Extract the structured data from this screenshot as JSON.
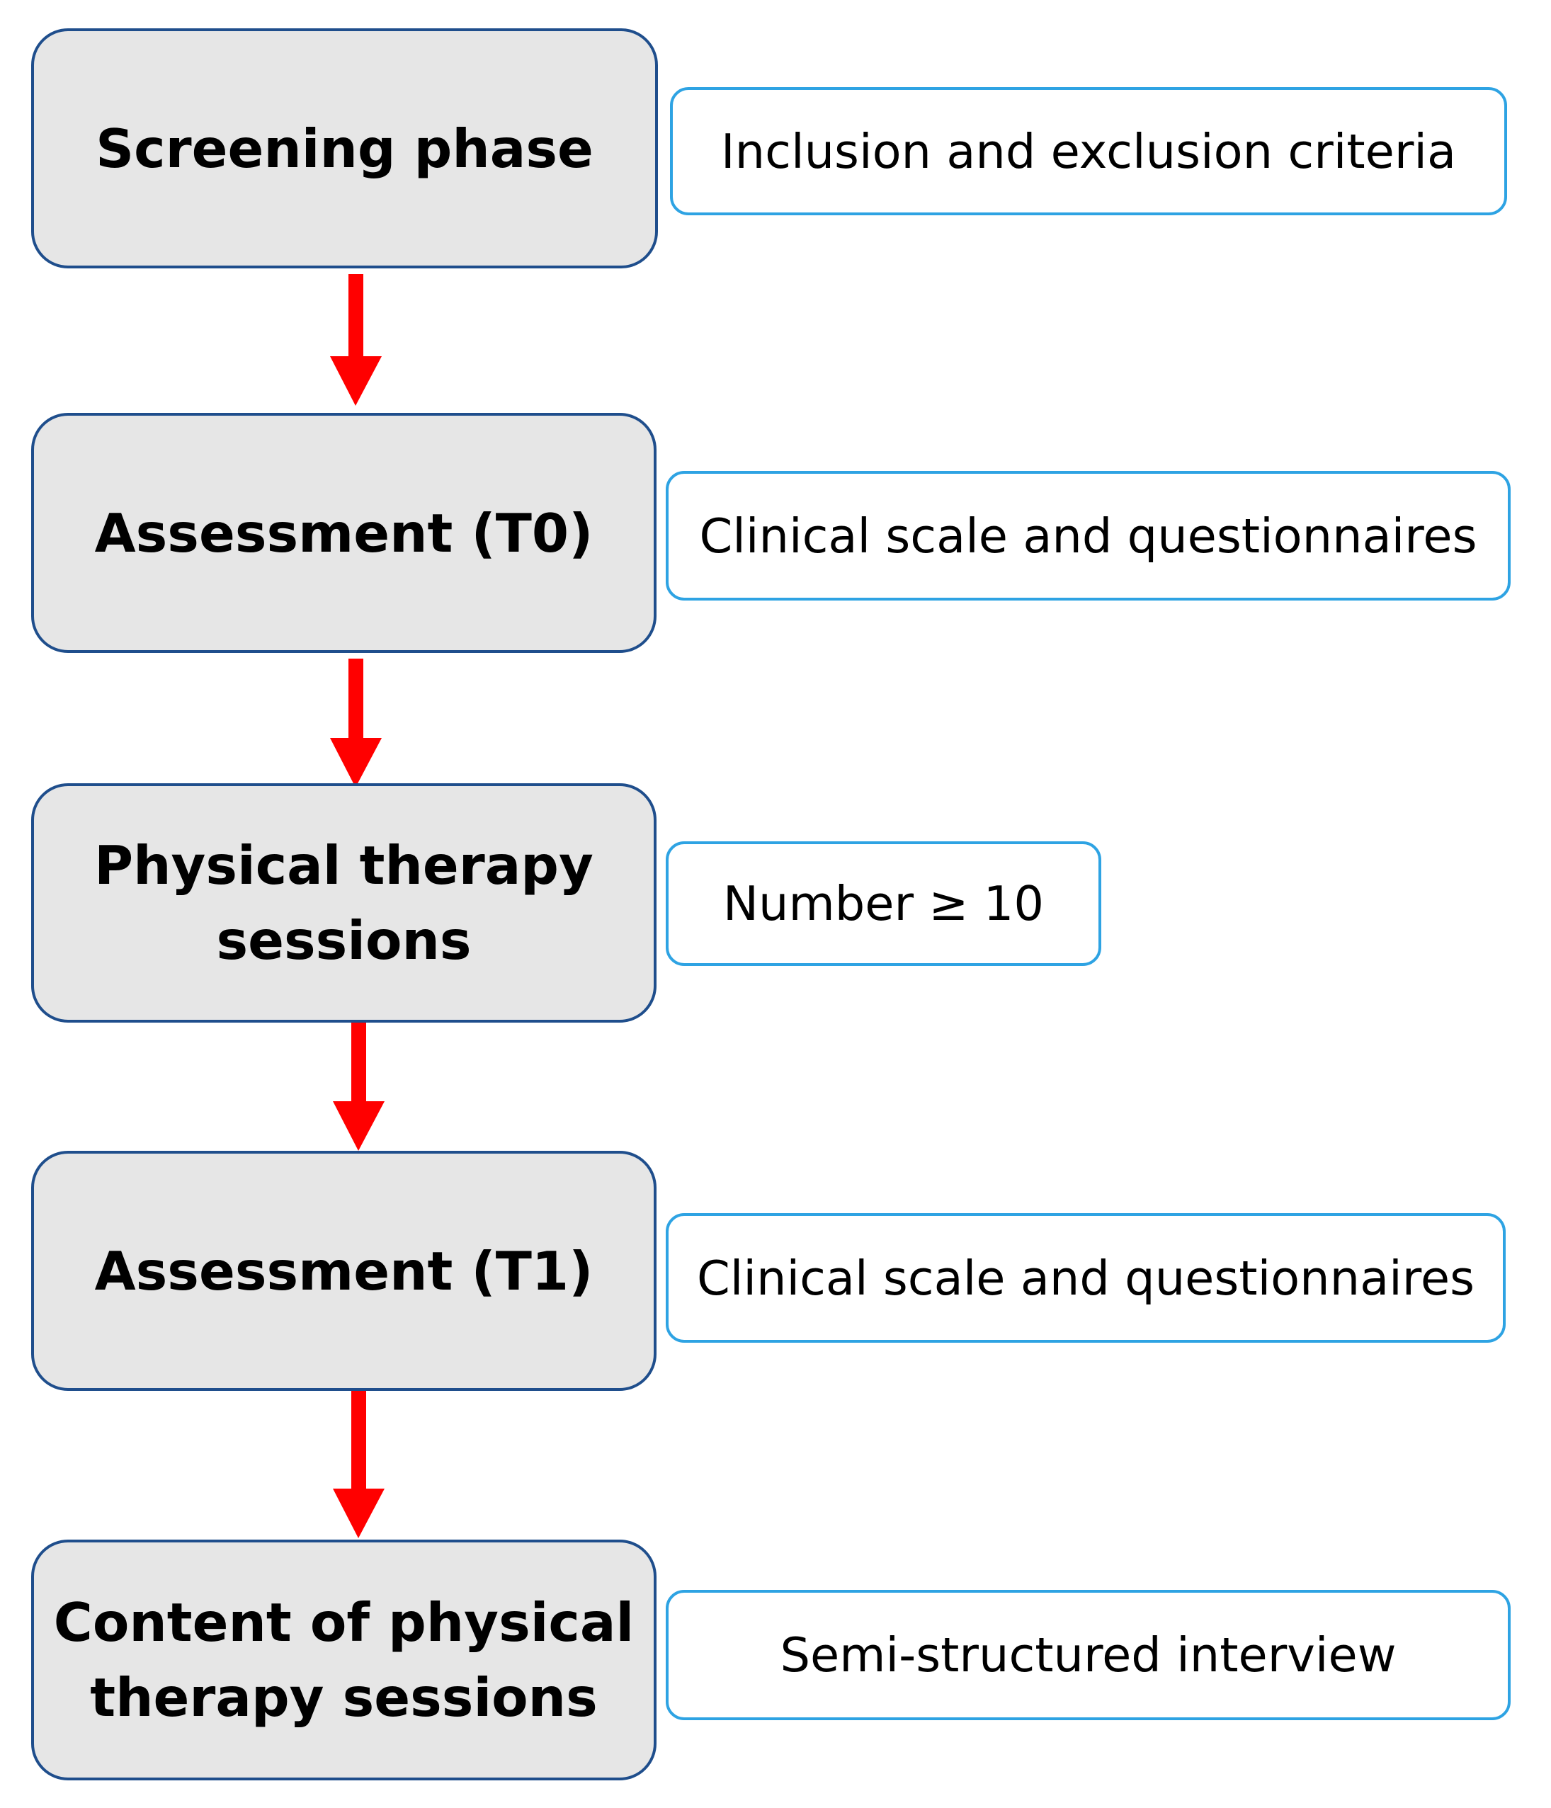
{
  "colors": {
    "stage_border": "#1f4e8c",
    "stage_fill": "#e6e6e6",
    "note_border": "#2ea3e3",
    "arrow": "#ff0000"
  },
  "flow": {
    "stages": [
      {
        "label": "Screening phase",
        "note": "Inclusion and exclusion criteria"
      },
      {
        "label": "Assessment (T0)",
        "note": "Clinical scale and questionnaires"
      },
      {
        "label": "Physical therapy\nsessions",
        "note": "Number ≥ 10"
      },
      {
        "label": "Assessment (T1)",
        "note": "Clinical scale and questionnaires"
      },
      {
        "label": "Content of physical\ntherapy sessions",
        "note": "Semi-structured interview"
      }
    ]
  }
}
